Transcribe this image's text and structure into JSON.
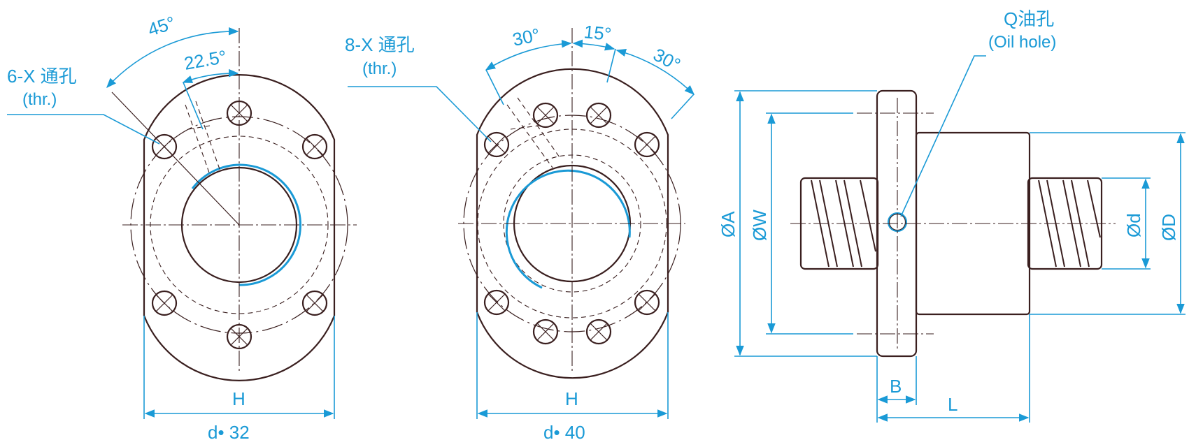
{
  "view_left": {
    "angle_1": "45°",
    "angle_2": "22.5°",
    "hole_label": "6-X 通孔",
    "hole_label_sub": "(thr.)",
    "width_label": "H",
    "size_label": "d• 32"
  },
  "view_middle": {
    "angle_1": "30°",
    "angle_2": "15°",
    "angle_3": "30°",
    "hole_label": "8-X 通孔",
    "hole_label_sub": "(thr.)",
    "width_label": "H",
    "size_label": "d• 40"
  },
  "view_side": {
    "oil_label": "Q油孔",
    "oil_label_sub": "(Oil hole)",
    "dia_A": "ØA",
    "dia_W": "ØW",
    "dia_d": "Ød",
    "dia_D": "ØD",
    "len_B": "B",
    "len_L": "L"
  },
  "colors": {
    "dimension": "#1a9ad6",
    "body": "#3a1f1f"
  }
}
